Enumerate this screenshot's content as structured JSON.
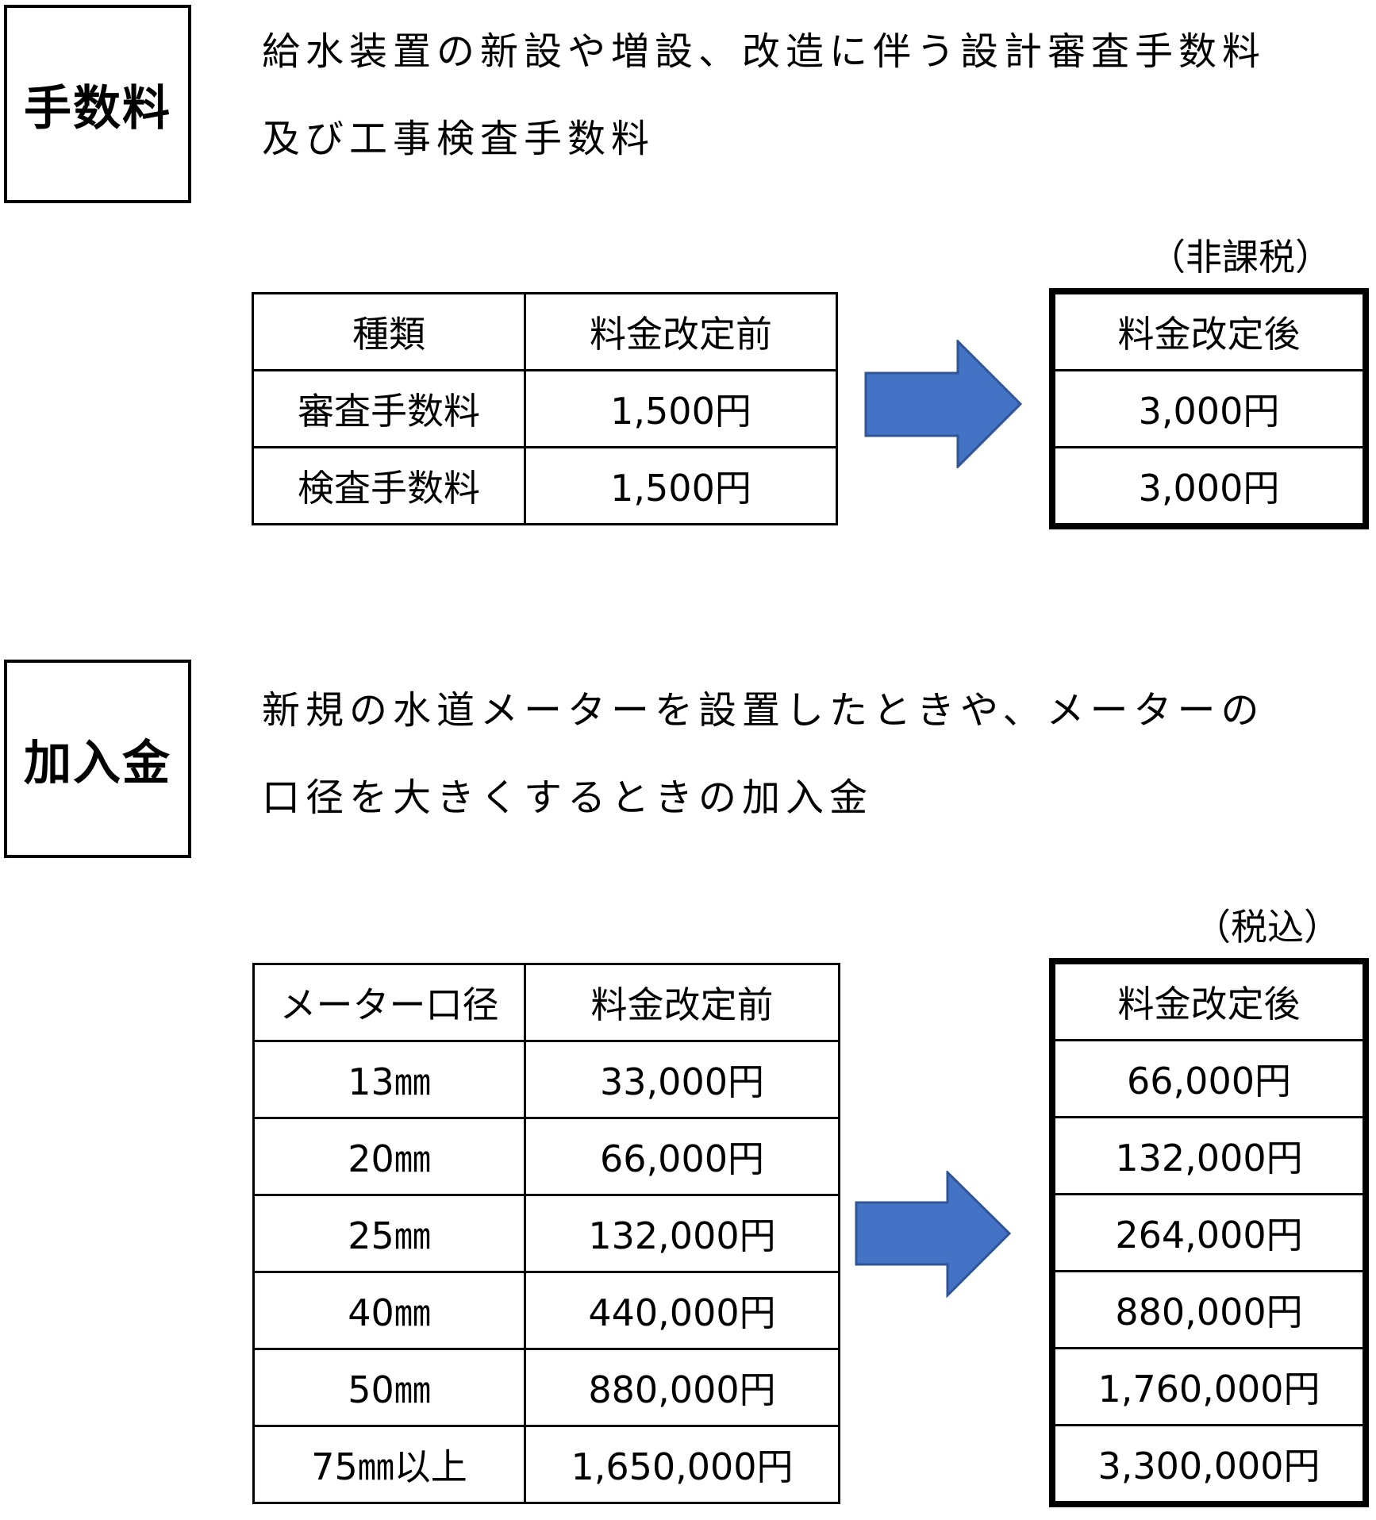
{
  "section1": {
    "label": "手数料",
    "description": [
      "給水装置の新設や増設、改造に伴う設計審査手数料",
      "及び工事検査手数料"
    ],
    "tax_note": "（非課税）",
    "before_table": {
      "headers": [
        "種類",
        "料金改定前"
      ],
      "rows": [
        [
          "審査手数料",
          "1,500円"
        ],
        [
          "検査手数料",
          "1,500円"
        ]
      ]
    },
    "after_table": {
      "header": "料金改定後",
      "rows": [
        "3,000円",
        "3,000円"
      ]
    },
    "arrow_icon": "right-arrow-icon"
  },
  "section2": {
    "label": "加入金",
    "description": [
      "新規の水道メーターを設置したときや、メーターの",
      "口径を大きくするときの加入金"
    ],
    "tax_note": "（税込）",
    "before_table": {
      "headers": [
        "メーター口径",
        "料金改定前"
      ],
      "rows": [
        [
          "13㎜",
          "33,000円"
        ],
        [
          "20㎜",
          "66,000円"
        ],
        [
          "25㎜",
          "132,000円"
        ],
        [
          "40㎜",
          "440,000円"
        ],
        [
          "50㎜",
          "880,000円"
        ],
        [
          "75㎜以上",
          "1,650,000円"
        ]
      ]
    },
    "after_table": {
      "header": "料金改定後",
      "rows": [
        "66,000円",
        "132,000円",
        "264,000円",
        "880,000円",
        "1,760,000円",
        "3,300,000円"
      ]
    },
    "arrow_icon": "right-arrow-icon"
  },
  "colors": {
    "arrow_fill": "#4472C4",
    "arrow_stroke": "#2F5597",
    "border": "#000000"
  }
}
